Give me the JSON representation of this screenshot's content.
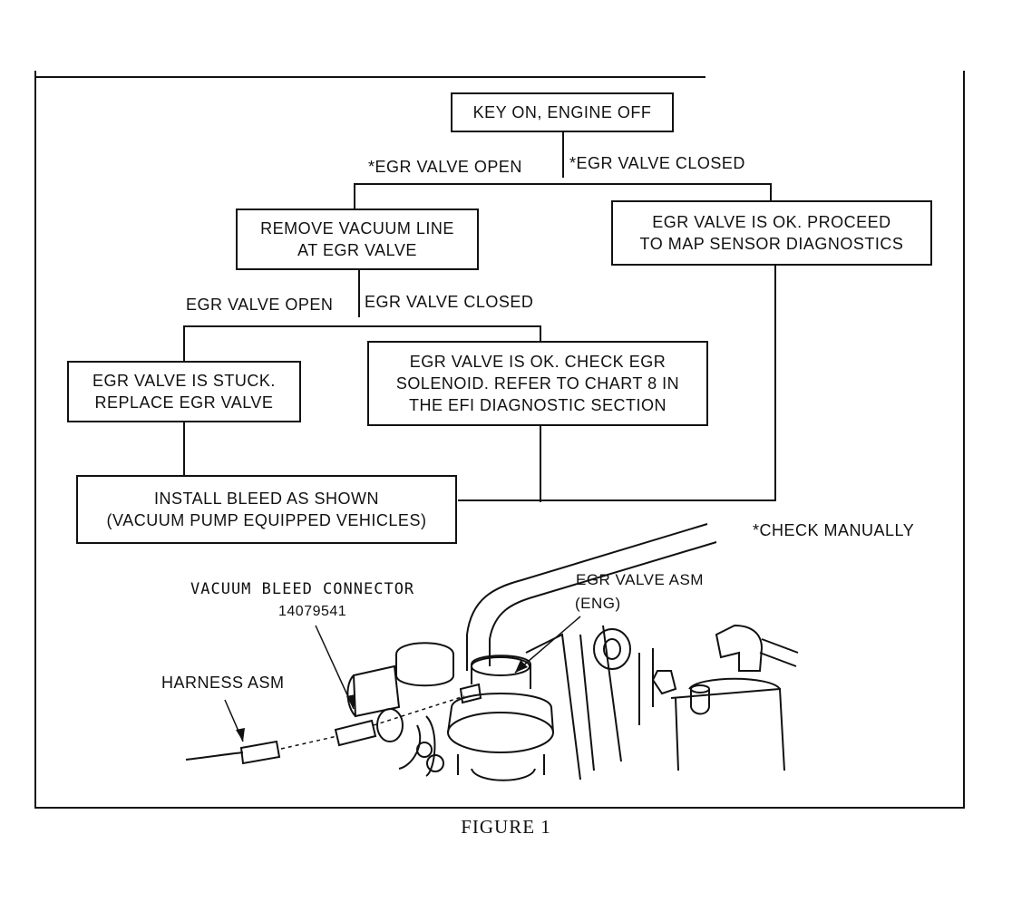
{
  "flowchart": {
    "start": "KEY ON, ENGINE OFF",
    "branch1_left": "*EGR VALVE OPEN",
    "branch1_right": "*EGR VALVE CLOSED",
    "remove_vacuum": "REMOVE VACUUM LINE\nAT EGR VALVE",
    "egr_ok_proceed": "EGR VALVE IS OK. PROCEED\nTO MAP SENSOR DIAGNOSTICS",
    "branch2_left": "EGR VALVE OPEN",
    "branch2_right": "EGR VALVE CLOSED",
    "stuck": "EGR VALVE IS STUCK.\nREPLACE EGR VALVE",
    "check_solenoid": "EGR VALVE IS OK. CHECK EGR\nSOLENOID. REFER TO CHART 8 IN\nTHE EFI DIAGNOSTIC SECTION",
    "install_bleed": "INSTALL BLEED AS SHOWN\n(VACUUM PUMP EQUIPPED VEHICLES)"
  },
  "notes": {
    "check_manually": "*CHECK MANUALLY"
  },
  "illustration": {
    "vacuum_bleed_connector": "VACUUM BLEED CONNECTOR",
    "part_number": "14079541",
    "egr_valve_asm": "EGR VALVE ASM",
    "eng": "(ENG)",
    "harness_asm": "HARNESS ASM"
  },
  "caption": "FIGURE 1"
}
